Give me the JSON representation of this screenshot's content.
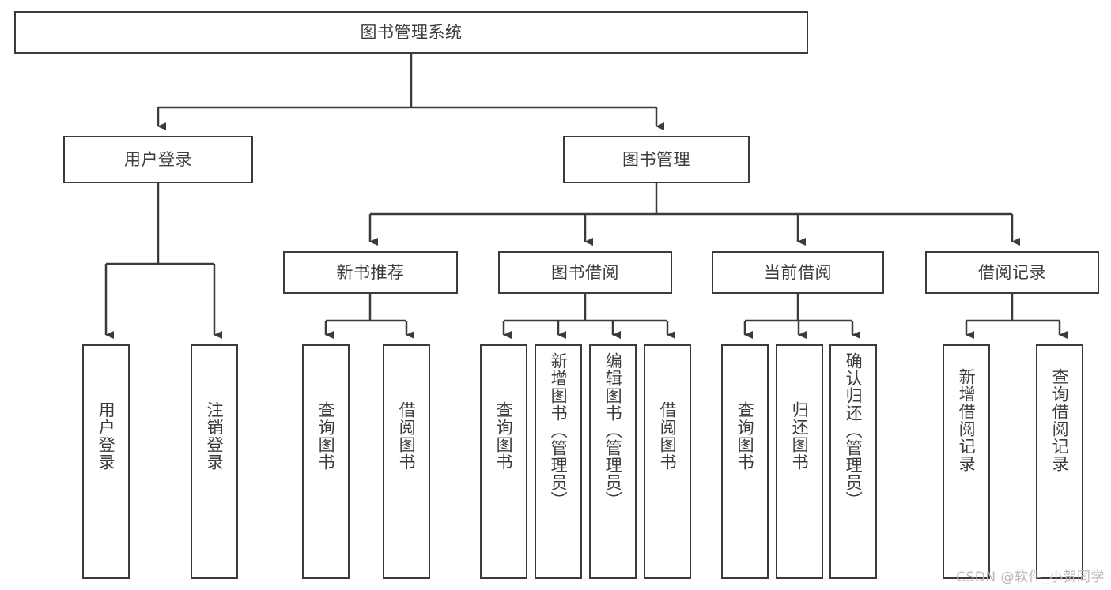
{
  "diagram": {
    "title": "图书管理系统",
    "type": "tree",
    "watermark": "CSDN @软件_小贺同学",
    "stroke_color": "#3b3b3b",
    "text_color": "#3c3c3c",
    "background_color": "#ffffff",
    "root": {
      "id": "root",
      "label": "图书管理系统"
    },
    "level2": [
      {
        "id": "user-login",
        "label": "用户登录"
      },
      {
        "id": "book-manage",
        "label": "图书管理"
      }
    ],
    "level3": [
      {
        "id": "new-book-recommend",
        "label": "新书推荐"
      },
      {
        "id": "book-borrow",
        "label": "图书借阅"
      },
      {
        "id": "current-borrow",
        "label": "当前借阅"
      },
      {
        "id": "borrow-record",
        "label": "借阅记录"
      }
    ],
    "leaves": {
      "user_login": [
        {
          "id": "leaf-user-login",
          "label": "用户登录"
        },
        {
          "id": "leaf-logout-login",
          "label": "注销登录"
        }
      ],
      "new_book_recommend": [
        {
          "id": "leaf-query-book-1",
          "label": "查询图书"
        },
        {
          "id": "leaf-borrow-book-1",
          "label": "借阅图书"
        }
      ],
      "book_borrow": [
        {
          "id": "leaf-query-book-2",
          "label": "查询图书"
        },
        {
          "id": "leaf-add-book",
          "label": "新增图书（管理员）"
        },
        {
          "id": "leaf-edit-book",
          "label": "编辑图书（管理员）"
        },
        {
          "id": "leaf-borrow-book-2",
          "label": "借阅图书"
        }
      ],
      "current_borrow": [
        {
          "id": "leaf-query-book-3",
          "label": "查询图书"
        },
        {
          "id": "leaf-return-book",
          "label": "归还图书"
        },
        {
          "id": "leaf-confirm-return",
          "label": "确认归还（管理员）"
        }
      ],
      "borrow_record": [
        {
          "id": "leaf-add-record",
          "label": "新增借阅记录"
        },
        {
          "id": "leaf-query-record",
          "label": "查询借阅记录"
        }
      ]
    }
  }
}
